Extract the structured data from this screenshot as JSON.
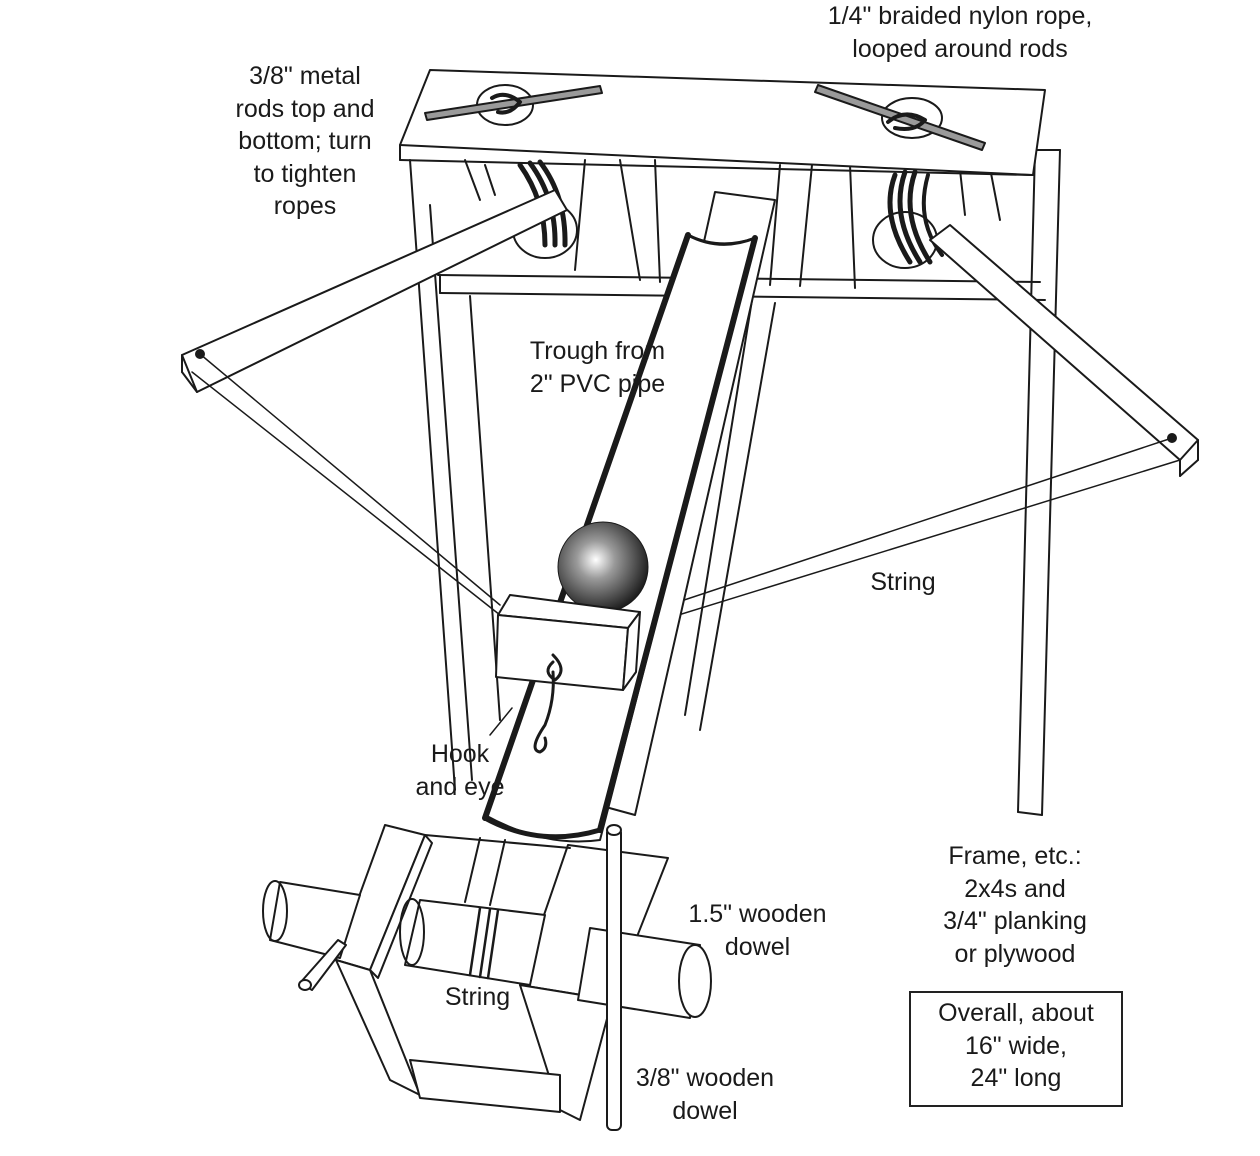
{
  "labels": {
    "metal_rods": [
      "3/8\" metal",
      "rods top and",
      "bottom; turn",
      "to tighten",
      "ropes"
    ],
    "nylon_rope": [
      "1/4\" braided nylon rope,",
      "looped around rods"
    ],
    "trough": [
      "Trough from",
      "2\" PVC pipe"
    ],
    "string_right": "String",
    "hook_eye": [
      "Hook",
      "and eye"
    ],
    "frame": [
      "Frame, etc.:",
      "2x4s and",
      "3/4\" planking",
      "or plywood"
    ],
    "dowel_large": [
      "1.5\" wooden",
      "dowel"
    ],
    "string_bottom": "String",
    "dowel_small": [
      "3/8\" wooden",
      "dowel"
    ],
    "overall": [
      "Overall, about",
      "16\" wide,",
      "24\" long"
    ]
  },
  "colors": {
    "line": "#1a1a1a",
    "background": "#ffffff",
    "ball_highlight": "#ffffff",
    "ball_shadow": "#222222"
  }
}
